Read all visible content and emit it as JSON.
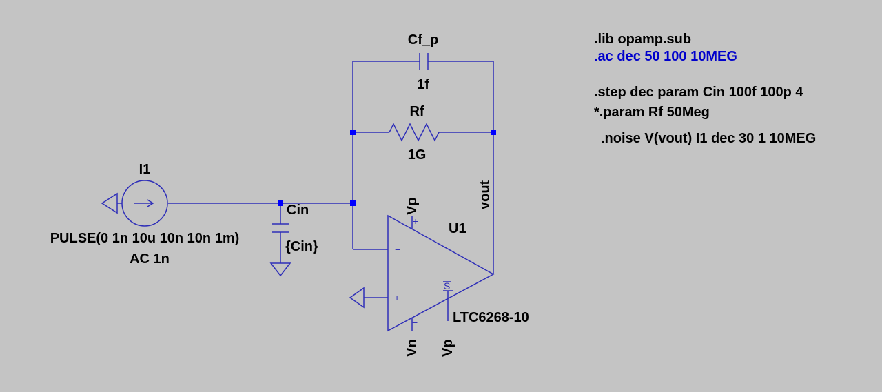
{
  "components": {
    "cf": {
      "name": "Cf_p",
      "value": "1f"
    },
    "rf": {
      "name": "Rf",
      "value": "1G"
    },
    "i1": {
      "name": "I1",
      "value": "PULSE(0 1n 10u 10n 10n 1m)",
      "ac": "AC 1n"
    },
    "cin": {
      "name": "Cin",
      "value": "{Cin}"
    },
    "u1": {
      "name": "U1",
      "model": "LTC6268-10",
      "plus_pin": "+",
      "minus_pin": "−",
      "shutdown_pin": "S"
    }
  },
  "nets": {
    "vout": "vout",
    "vp_top": "Vp",
    "vn_bottom": "Vn",
    "vp_shdn": "Vp"
  },
  "directives": [
    {
      "text": ".lib opamp.sub",
      "color": "#000000"
    },
    {
      "text": ".ac dec 50 100 10MEG",
      "color": "#0000cc"
    },
    {
      "text": ".step dec param Cin 100f 100p 4",
      "color": "#000000"
    },
    {
      "text": "*.param Rf 50Meg",
      "color": "#000000"
    },
    {
      "text": ".noise V(vout) I1 dec 30 1 10MEG",
      "color": "#000000"
    }
  ],
  "colors": {
    "background": "#c4c4c4",
    "wire": "#2e2eb8",
    "junction": "#0000ff"
  }
}
